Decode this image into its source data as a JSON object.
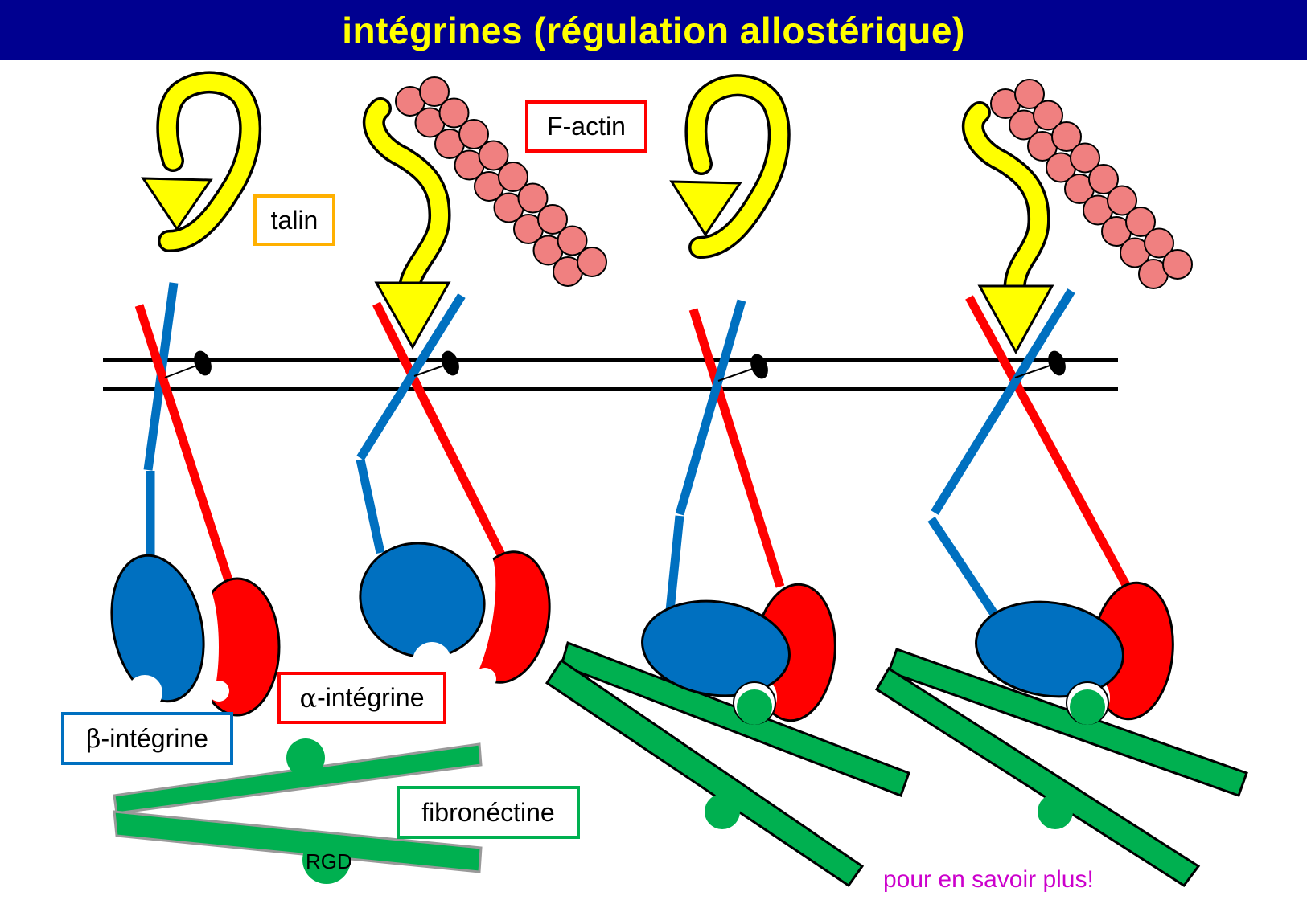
{
  "title": "intégrines (régulation allostérique)",
  "labels": {
    "talin": "talin",
    "factin": "F-actin",
    "alpha_symbol": "α",
    "alpha_text": "-intégrine",
    "beta_symbol": "β",
    "beta_text": "-intégrine",
    "fibronectin": "fibronéctine",
    "rgd": "RGD"
  },
  "link": {
    "more": "pour en savoir plus!"
  },
  "colors": {
    "title_bg": "#000090",
    "title_text": "#FFFF00",
    "talin": "#FFFF00",
    "actin": "#F08080",
    "alpha": "#FF0000",
    "beta": "#0070C0",
    "fibronectin": "#00B050",
    "talin_box": "#FFB000",
    "factin_box": "#FF0000",
    "alpha_box": "#FF0000",
    "beta_box": "#0070C0",
    "fibro_box": "#00B050",
    "link": "#CC00CC"
  }
}
